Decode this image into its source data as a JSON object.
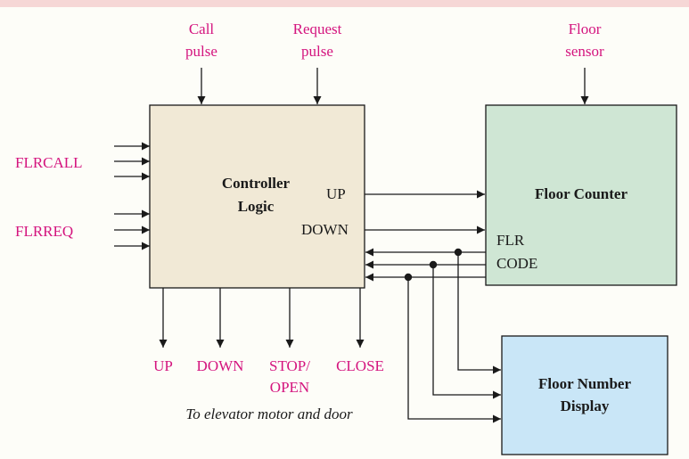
{
  "colors": {
    "controller_fill": "#f1e9d6",
    "counter_fill": "#cfe6d4",
    "display_fill": "#c9e6f7",
    "signal_label": "#d4147e",
    "line": "#1a1a1a",
    "top_band": "#f6d7d6"
  },
  "inputs": {
    "call_pulse": [
      "Call",
      "pulse"
    ],
    "request_pulse": [
      "Request",
      "pulse"
    ],
    "floor_sensor": [
      "Floor",
      "sensor"
    ],
    "flrcall": "FLRCALL",
    "flrreq": "FLRREQ"
  },
  "controller": {
    "title": [
      "Controller",
      "Logic"
    ],
    "up_port": "UP",
    "down_port": "DOWN"
  },
  "floor_counter": {
    "title": "Floor Counter",
    "code_label": [
      "FLR",
      "CODE"
    ]
  },
  "floor_display": {
    "title": [
      "Floor Number",
      "Display"
    ]
  },
  "outputs": {
    "up": "UP",
    "down": "DOWN",
    "stop_open": [
      "STOP/",
      "OPEN"
    ],
    "close": "CLOSE",
    "caption": "To elevator motor and door"
  }
}
